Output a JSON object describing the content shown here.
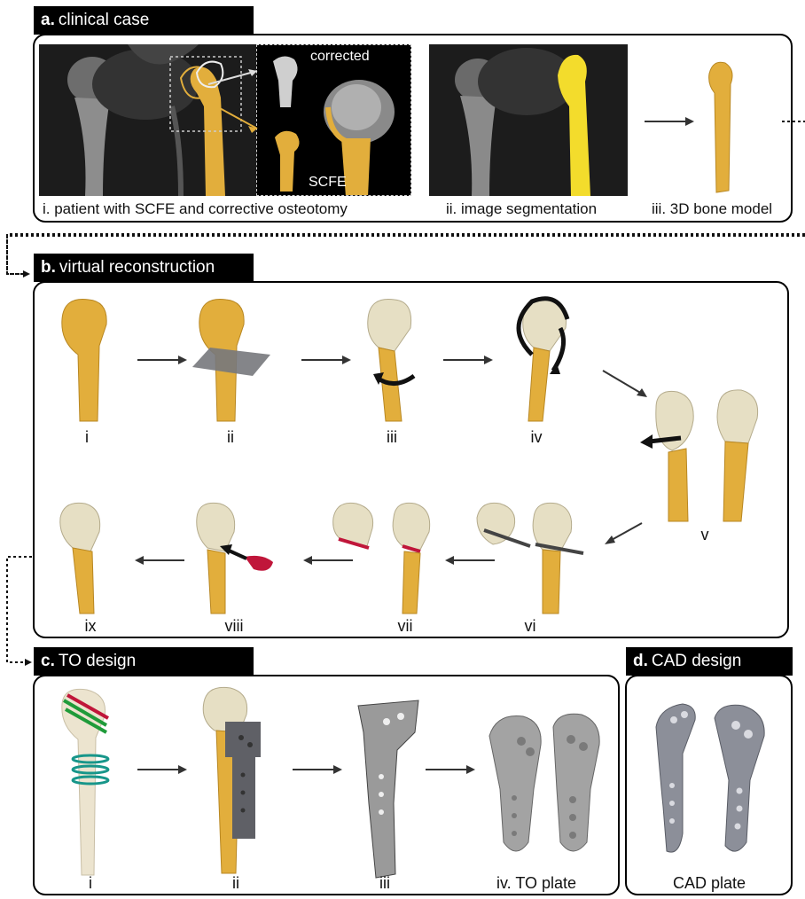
{
  "panels": {
    "a": {
      "letter": "a.",
      "title": "clinical case"
    },
    "b": {
      "letter": "b.",
      "title": "virtual reconstruction"
    },
    "c": {
      "letter": "c.",
      "title": "TO design"
    },
    "d": {
      "letter": "d.",
      "title": "CAD design"
    }
  },
  "clinical": {
    "caption_i": "i. patient with SCFE and corrective osteotomy",
    "caption_ii": "ii. image segmentation",
    "caption_iii": "iii. 3D bone model",
    "inset_corrected": "corrected",
    "inset_scfe": "SCFE"
  },
  "reconstruction_steps": [
    "i",
    "ii",
    "iii",
    "iv",
    "v",
    "vi",
    "vii",
    "viii",
    "ix"
  ],
  "to_design_steps": [
    "i",
    "ii",
    "iii",
    "iv. TO plate"
  ],
  "cad": {
    "caption": "CAD plate"
  },
  "colors": {
    "bone": "#e2ae3c",
    "bone_dark": "#b88722",
    "head": "#e6dfc4",
    "red": "#c0163a",
    "plate": "#8c8f99",
    "ct_bg": "#1b1b1b"
  }
}
